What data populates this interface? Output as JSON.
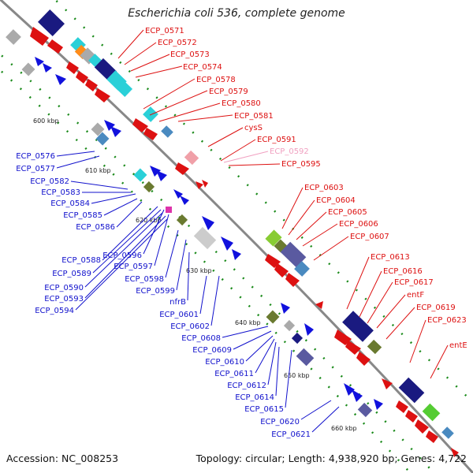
{
  "title": "Escherichia coli 536, complete genome",
  "accession_text": "Accession: NC_008253",
  "topology_text": "Topology: circular; Length: 4,938,920 bp; Genes: 4,722",
  "colors": {
    "forward_label": "#dd1111",
    "reverse_label": "#1111cc",
    "highlight_label": "#f0a0c0",
    "backbone": "#888888",
    "tick": "#1a8a1a",
    "scale_text": "#222222"
  },
  "scale_labels": [
    "600 kbp",
    "610 kbp",
    "620 kbp",
    "630 kbp",
    "640 kbp",
    "650 kbp",
    "660 kbp"
  ],
  "forward_genes": [
    {
      "label": "ECP_0571"
    },
    {
      "label": "ECP_0572"
    },
    {
      "label": "ECP_0573"
    },
    {
      "label": "ECP_0574"
    },
    {
      "label": "ECP_0578"
    },
    {
      "label": "ECP_0579"
    },
    {
      "label": "ECP_0580"
    },
    {
      "label": "ECP_0581"
    },
    {
      "label": "cysS"
    },
    {
      "label": "ECP_0591"
    },
    {
      "label": "ECP_0592",
      "highlight": true
    },
    {
      "label": "ECP_0595"
    },
    {
      "label": "ECP_0603"
    },
    {
      "label": "ECP_0604"
    },
    {
      "label": "ECP_0605"
    },
    {
      "label": "ECP_0606"
    },
    {
      "label": "ECP_0607"
    },
    {
      "label": "ECP_0613"
    },
    {
      "label": "ECP_0616"
    },
    {
      "label": "ECP_0617"
    },
    {
      "label": "entF"
    },
    {
      "label": "ECP_0619"
    },
    {
      "label": "ECP_0623"
    },
    {
      "label": "entE"
    }
  ],
  "reverse_genes": [
    {
      "label": "ECP_0576"
    },
    {
      "label": "ECP_0577"
    },
    {
      "label": "ECP_0582"
    },
    {
      "label": "ECP_0583"
    },
    {
      "label": "ECP_0584"
    },
    {
      "label": "ECP_0585"
    },
    {
      "label": "ECP_0586"
    },
    {
      "label": "ECP_0596"
    },
    {
      "label": "ECP_0588"
    },
    {
      "label": "ECP_0589"
    },
    {
      "label": "ECP_0597"
    },
    {
      "label": "ECP_0590"
    },
    {
      "label": "ECP_0593"
    },
    {
      "label": "ECP_0594"
    },
    {
      "label": "ECP_0598"
    },
    {
      "label": "ECP_0599"
    },
    {
      "label": "nfrB"
    },
    {
      "label": "ECP_0601"
    },
    {
      "label": "ECP_0602"
    },
    {
      "label": "ECP_0608"
    },
    {
      "label": "ECP_0609"
    },
    {
      "label": "ECP_0610"
    },
    {
      "label": "ECP_0611"
    },
    {
      "label": "ECP_0612"
    },
    {
      "label": "ECP_0614"
    },
    {
      "label": "ECP_0615"
    },
    {
      "label": "ECP_0620"
    },
    {
      "label": "ECP_0621"
    }
  ]
}
